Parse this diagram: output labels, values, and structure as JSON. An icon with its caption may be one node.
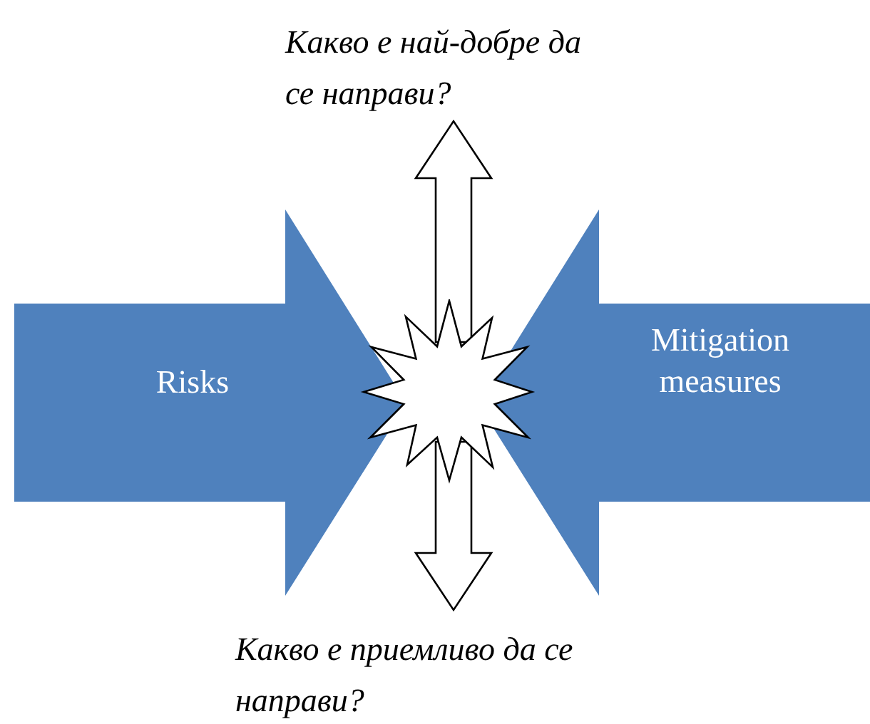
{
  "diagram": {
    "nodes": [
      {
        "text": [
          "Risks"
        ]
      },
      {
        "text": [
          "Mitigation measures"
        ]
      },
      {
        "text": [],
        "shape": "starburst"
      },
      {
        "text": [
          "Какво е най-добре да се направи?"
        ]
      },
      {
        "text": [
          "Какво е приемливо да се направи?"
        ]
      }
    ],
    "edges": [
      {
        "from": 2,
        "to": 3,
        "arrow": "to"
      },
      {
        "from": 2,
        "to": 4,
        "arrow": "to"
      }
    ]
  }
}
